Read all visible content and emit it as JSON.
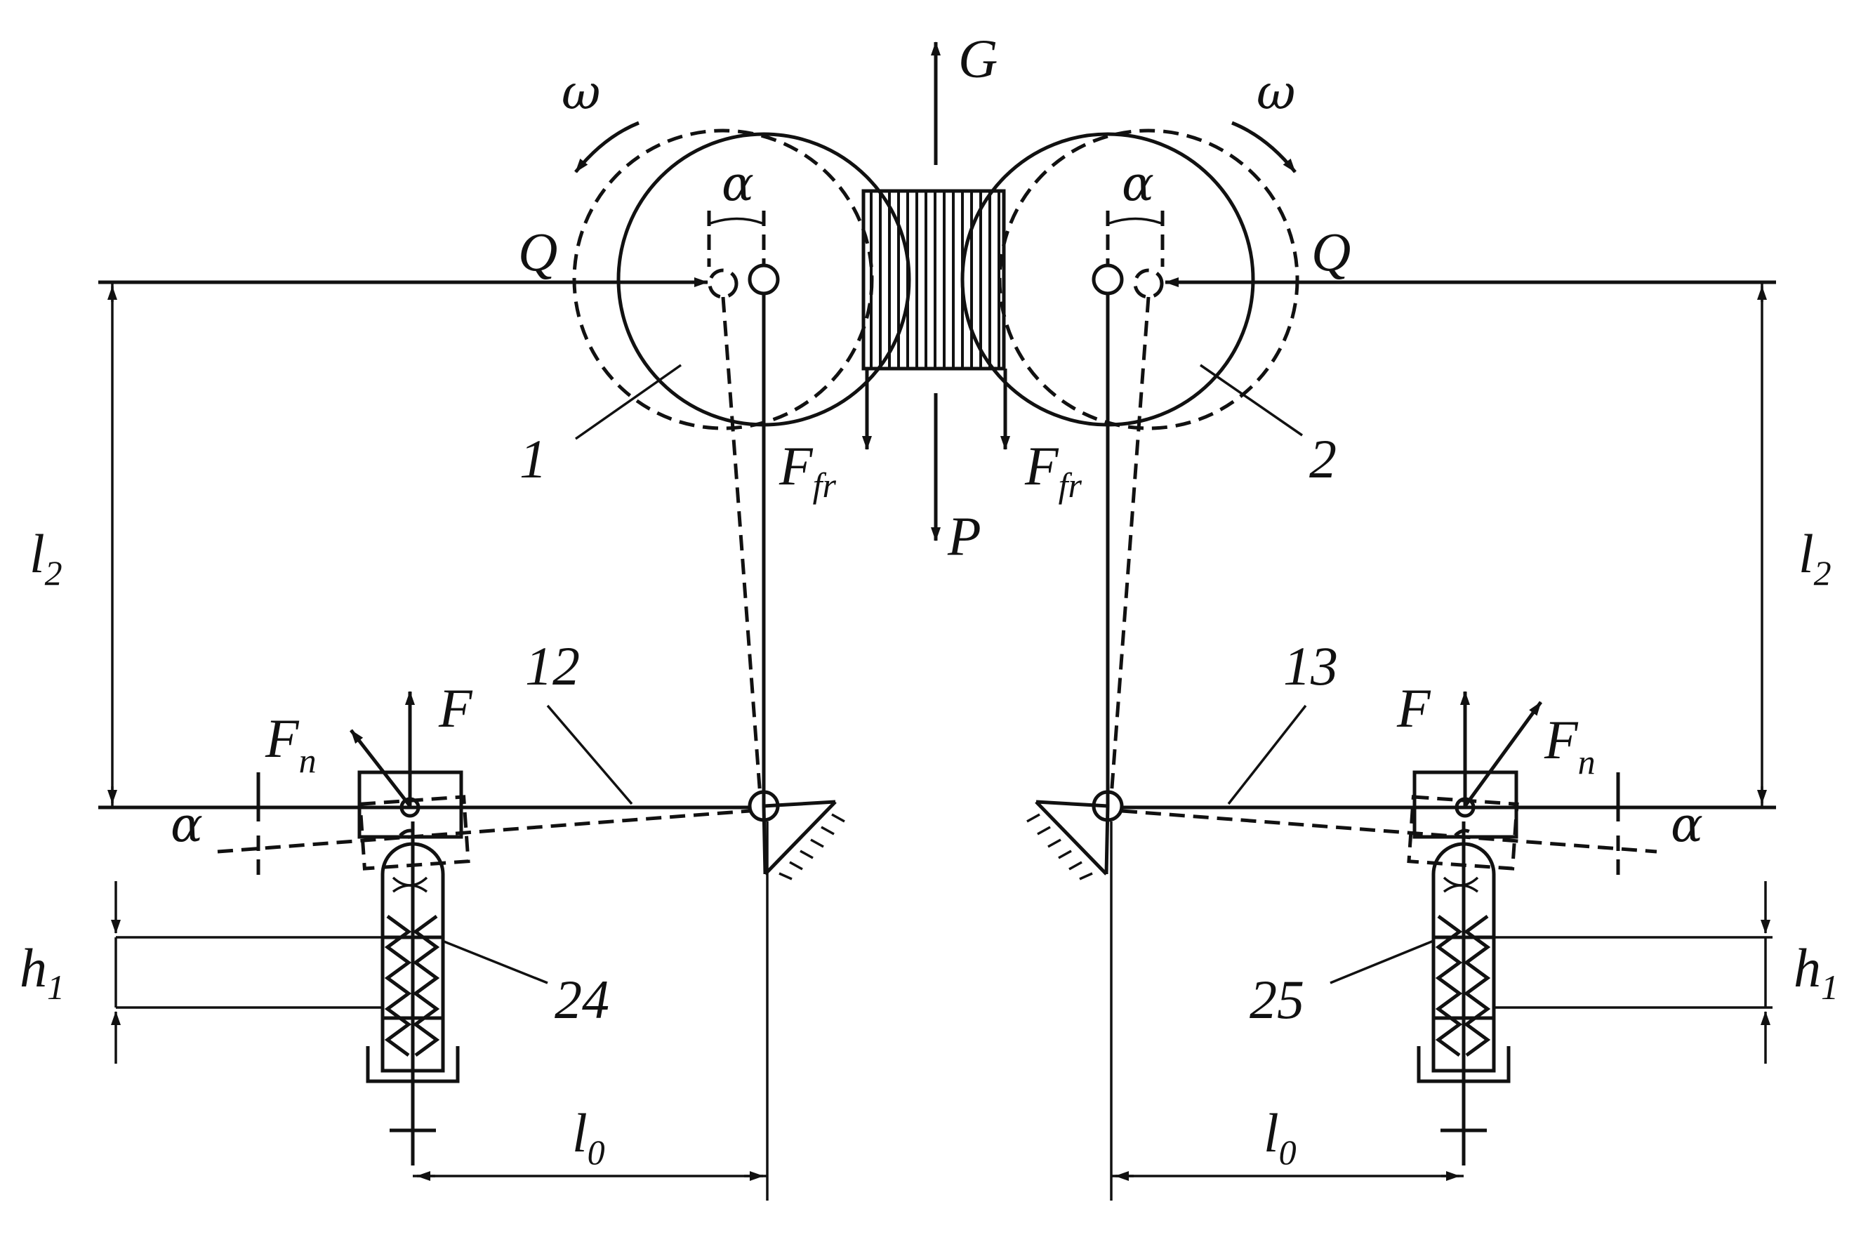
{
  "labels": {
    "G": "G",
    "P": "P",
    "omega": "ω",
    "alpha": "α",
    "Q": "Q",
    "F": "F",
    "Fn_main": "F",
    "Fn_sub": "n",
    "Ffr_main": "F",
    "Ffr_sub": "fr",
    "l2_main": "l",
    "l2_sub": "2",
    "l0_main": "l",
    "l0_sub": "0",
    "h1_main": "h",
    "h1_sub": "1",
    "roller_left": "1",
    "roller_right": "2",
    "lever_left": "12",
    "lever_right": "13",
    "spring_left": "24",
    "spring_right": "25"
  }
}
